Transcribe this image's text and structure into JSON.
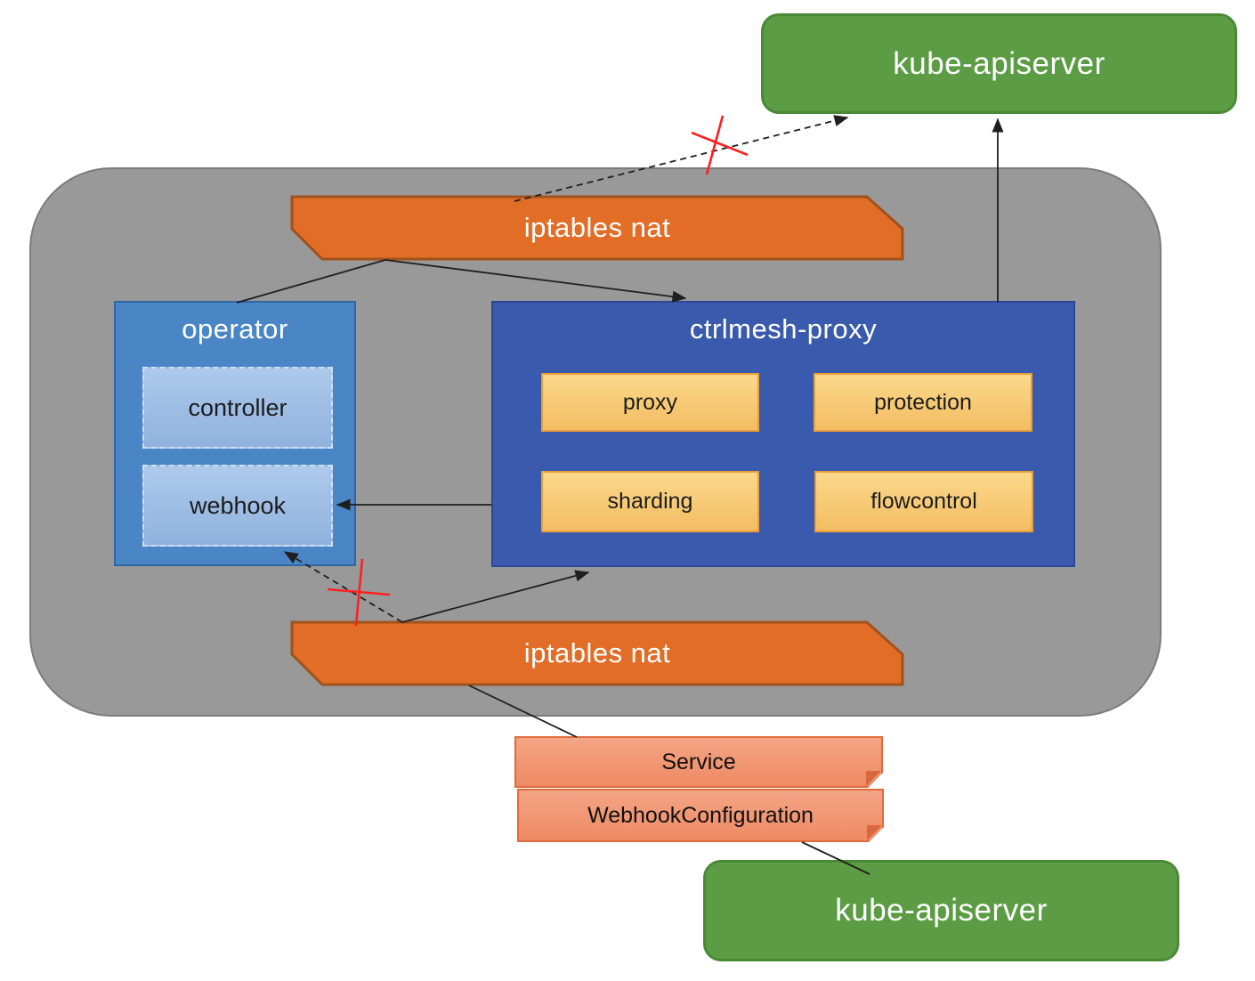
{
  "nodes": {
    "kube_apiserver_top": {
      "label": "kube-apiserver"
    },
    "iptables_nat_top": {
      "label": "iptables nat"
    },
    "operator": {
      "label": "operator"
    },
    "controller": {
      "label": "controller"
    },
    "webhook": {
      "label": "webhook"
    },
    "ctrlmesh_proxy": {
      "label": "ctrlmesh-proxy"
    },
    "proxy": {
      "label": "proxy"
    },
    "protection": {
      "label": "protection"
    },
    "sharding": {
      "label": "sharding"
    },
    "flowcontrol": {
      "label": "flowcontrol"
    },
    "iptables_nat_bottom": {
      "label": "iptables nat"
    },
    "service": {
      "label": "Service"
    },
    "webhook_configuration": {
      "label": "WebhookConfiguration"
    },
    "kube_apiserver_bottom": {
      "label": "kube-apiserver"
    }
  },
  "colors": {
    "green_fill": "#5b9c44",
    "green_border": "#4a8a37",
    "banner_fill": "#e26d26",
    "banner_border": "#a0521d",
    "pod_fill": "#999999",
    "pod_border": "#7c7c7c",
    "operator_fill": "#4a86c6",
    "operator_border": "#2f66a5",
    "inner_blue_fill": "#9fbde4",
    "ctrlmesh_fill": "#3a5bad",
    "ctrlmesh_border": "#2b4896",
    "yellow_fill": "#f8cc77",
    "yellow_border": "#ed9d38",
    "salmon_fill": "#f19a77",
    "salmon_border": "#e06a3c",
    "line_color": "#1f1f1f",
    "blocked_x_color": "#fc2121"
  }
}
